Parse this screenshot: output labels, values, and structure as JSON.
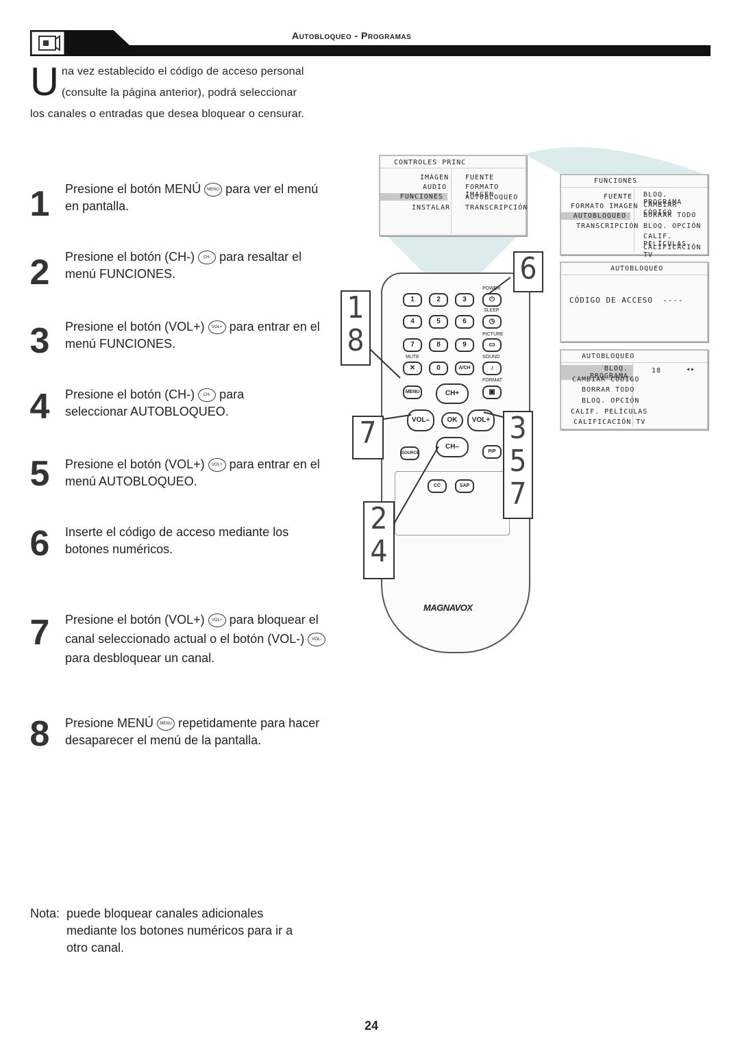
{
  "header": {
    "title": "Autobloqueo - Programas"
  },
  "intro": {
    "dropcap": "U",
    "line1": "na vez establecido el código de acceso personal",
    "line2": "(consulte la página anterior), podrá seleccionar",
    "line3": "los canales o entradas que desea bloquear o censurar."
  },
  "steps": [
    {
      "num": "1",
      "a": "Presione el botón MENÚ",
      "btn": "MENU",
      "b": "para ver el menú",
      "c": "en pantalla."
    },
    {
      "num": "2",
      "a": "Presione el botón (CH-)",
      "btn": "CH-",
      "b": "para resaltar el",
      "c": "menú FUNCIONES."
    },
    {
      "num": "3",
      "a": "Presione el botón (VOL+)",
      "btn": "VOL+",
      "b": "para entrar en el",
      "c": "menú FUNCIONES."
    },
    {
      "num": "4",
      "a": "Presione el botón (CH-)",
      "btn": "CH-",
      "b": "para",
      "c": "seleccionar AUTOBLOQUEO."
    },
    {
      "num": "5",
      "a": "Presione el botón (VOL+)",
      "btn": "VOL+",
      "b": "para entrar en el",
      "c": "menú AUTOBLOQUEO."
    },
    {
      "num": "6",
      "a": "Inserte el código de acceso mediante los",
      "c": "botones numéricos."
    },
    {
      "num": "7",
      "a": "Presione el botón (VOL+)",
      "btn": "VOL+",
      "b": "para bloquear el",
      "c": "canal seleccionado actual o el botón (VOL-)",
      "btn2": "VOL-",
      "d": "para desbloquear un canal."
    },
    {
      "num": "8",
      "a": "Presione MENÚ",
      "btn": "MENU",
      "b": "repetidamente para hacer",
      "c": "desaparecer el menú de la pantalla."
    }
  ],
  "note": {
    "label": "Nota:",
    "line1": "puede bloquear canales adicionales",
    "line2": "mediante los botones numéricos para ir a",
    "line3": "otro canal."
  },
  "menu_main": {
    "title": "CONTROLES PRINC",
    "left": [
      "IMÁGEN",
      "AUDIO",
      "FUNCIONES",
      "INSTALAR"
    ],
    "right": [
      "FUENTE",
      "FORMATO IMAGEN",
      "AUTOBLOQUEO",
      "TRANSCRIPCIÓN"
    ]
  },
  "menu_funciones": {
    "title": "FUNCIONES",
    "left": [
      "FUENTE",
      "FORMATO IMAGEN",
      "AUTOBLOQUEO",
      "TRANSCRIPCIÓN"
    ],
    "right": [
      "BLOQ. PROGRAMA",
      "CAMBIAR CÓDIGO",
      "BORRAR TODO",
      "BLOQ. OPCIÓN",
      "CALIF. PELÍCULAS",
      "CALIFICACIÓN TV"
    ]
  },
  "menu_code": {
    "title": "AUTOBLOQUEO",
    "label": "CÓDIGO DE ACCESO",
    "value": "----"
  },
  "menu_bloq": {
    "title": "AUTOBLOQUEO",
    "left": [
      "BLOQ. PROGRAMA",
      "CAMBIAR CÓDIGO",
      "BORRAR TODO",
      "BLOQ. OPCIÓN",
      "CALIF. PELÍCULAS",
      "CALIFICACIÓN TV"
    ],
    "channel": "18"
  },
  "remote": {
    "brand": "MAGNAVOX",
    "power": "POWER",
    "sleep": "SLEEP",
    "picture": "PICTURE",
    "mute": "MUTE",
    "sound": "SOUND",
    "format": "FORMAT",
    "digits": [
      "1",
      "2",
      "3",
      "4",
      "5",
      "6",
      "7",
      "8",
      "9",
      "0"
    ],
    "ach": "A/CH",
    "menu": "MENU",
    "chplus": "CH+",
    "chminus": "CH–",
    "volminus": "VOL–",
    "volplus": "VOL+",
    "ok": "OK",
    "source": "SOURCE",
    "pip": "PIP",
    "cc": "CC",
    "sap": "SAP"
  },
  "callouts": {
    "c18": [
      "1",
      "8"
    ],
    "c6": "6",
    "c7": "7",
    "c357": [
      "3",
      "5",
      "7"
    ],
    "c24": [
      "2",
      "4"
    ]
  },
  "page_number": "24"
}
